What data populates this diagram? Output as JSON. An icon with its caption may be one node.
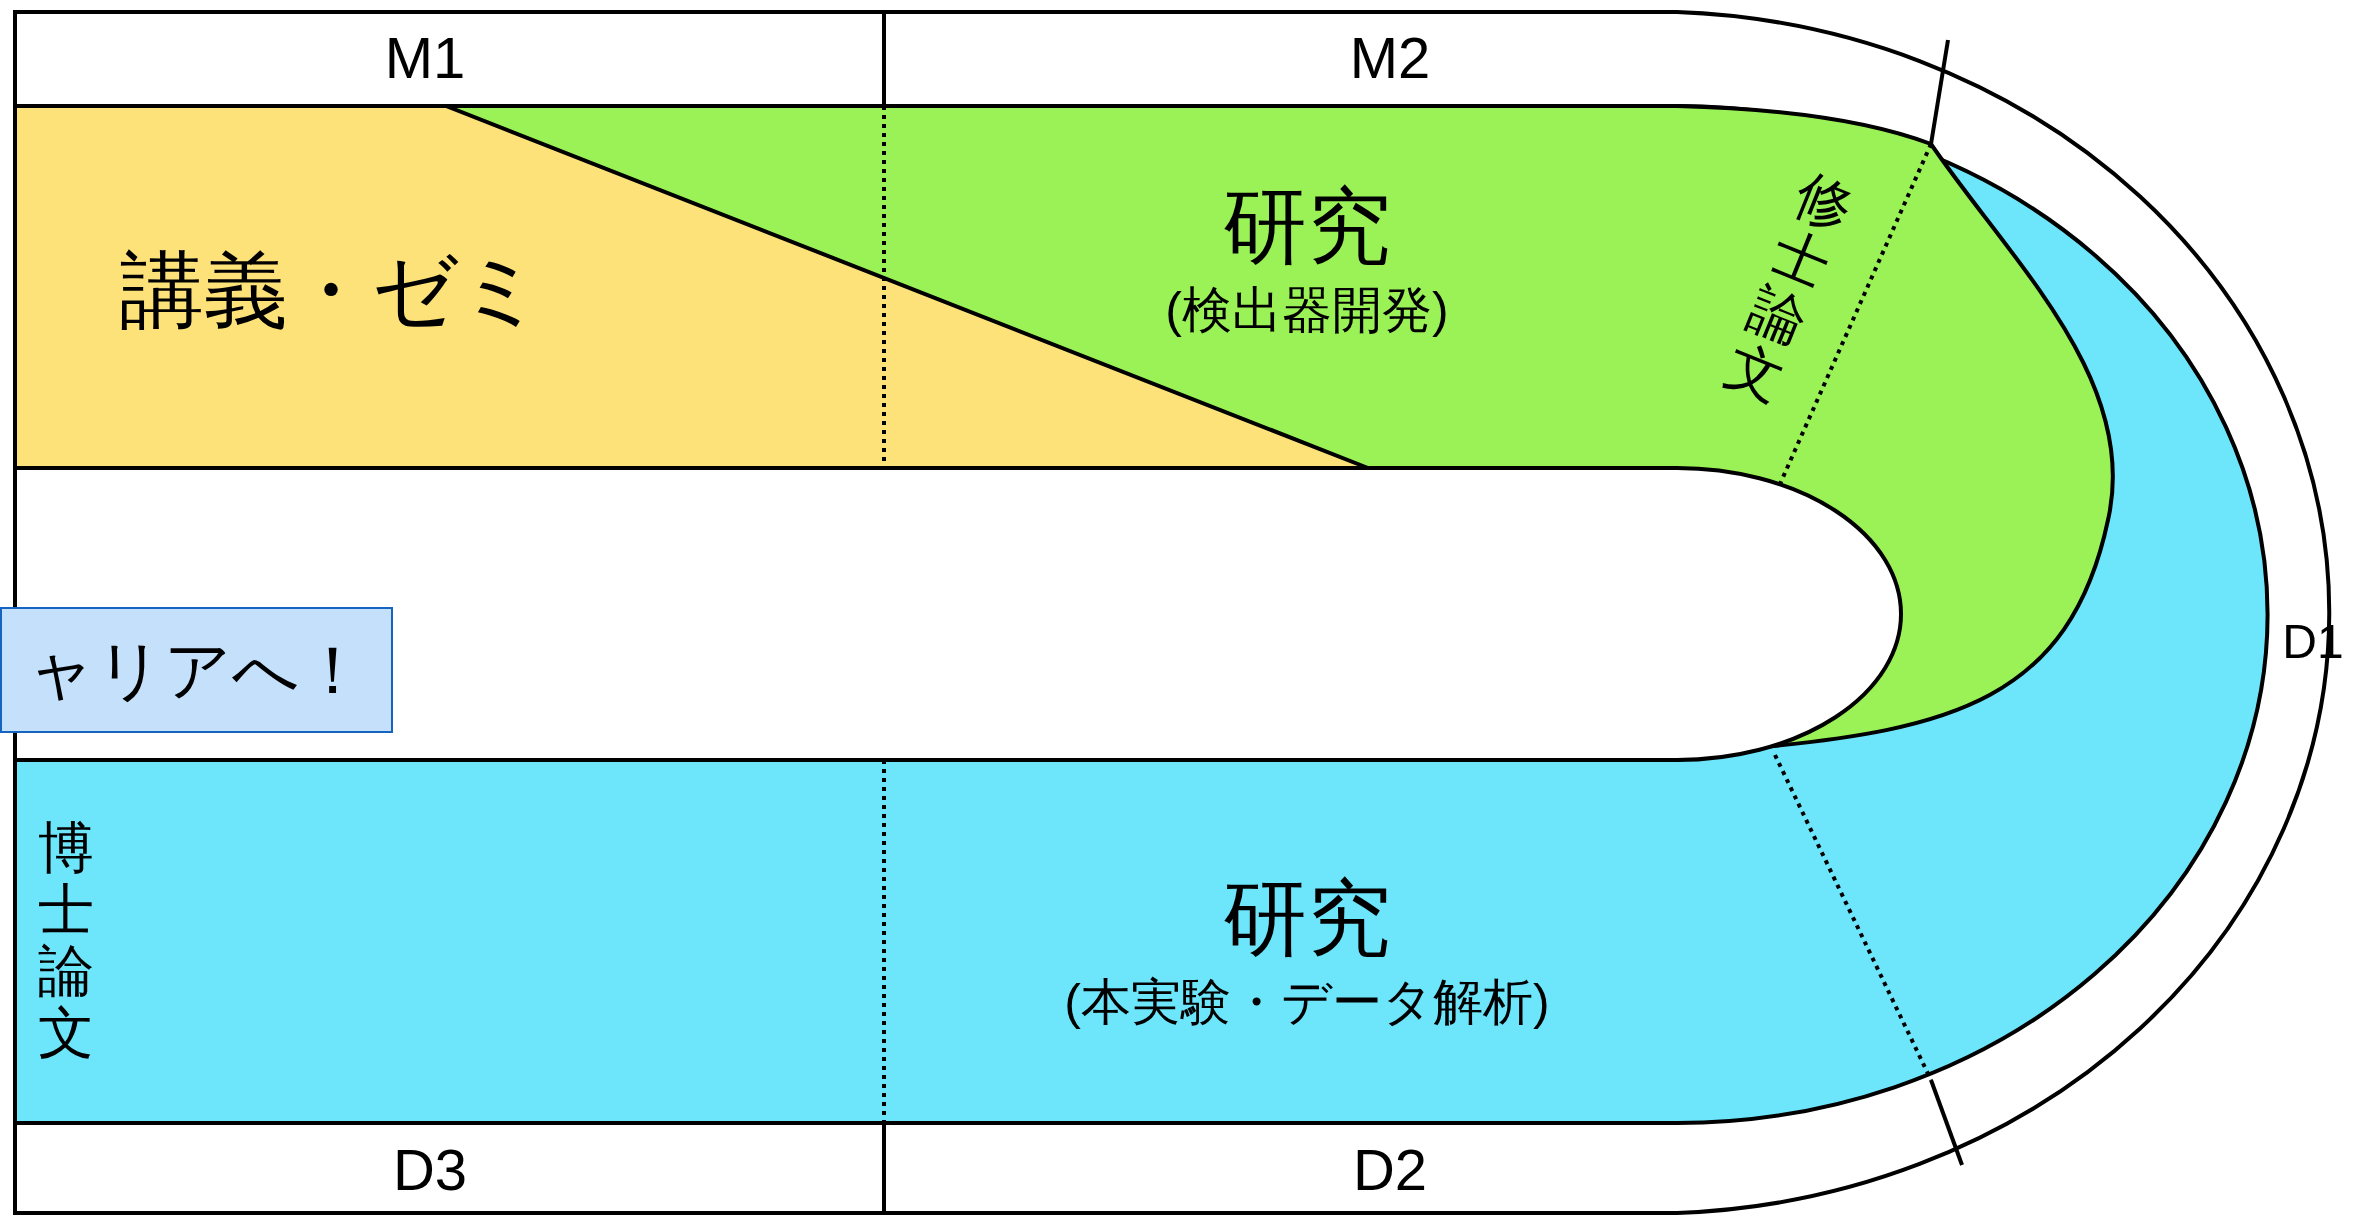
{
  "diagram": {
    "nodes": [
      {
        "text": [
          "講義・ゼミ"
        ]
      },
      {
        "text": [
          "研究",
          "(検出器開発)"
        ]
      },
      {
        "text": [
          "ャリアへ！"
        ]
      },
      {
        "text": [
          "研究",
          "(本実験・データ解析)"
        ]
      }
    ],
    "labels": [
      "M1",
      "M2",
      "修士論文",
      "D1",
      "博士論文",
      "D3",
      "D2"
    ]
  }
}
